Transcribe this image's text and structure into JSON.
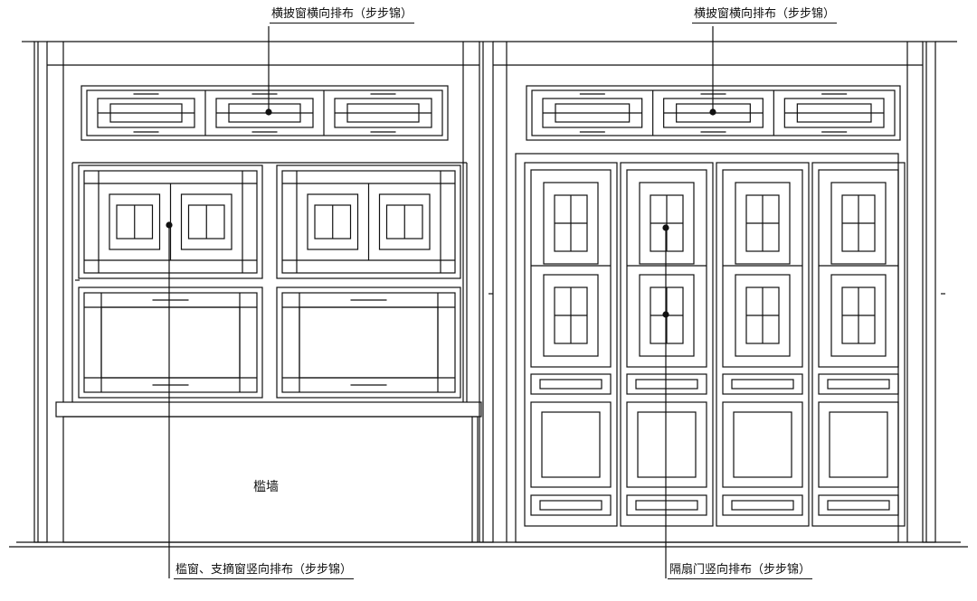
{
  "labels": {
    "top_left": "横披窗横向排布（步步锦）",
    "top_right": "横披窗横向排布（步步锦）",
    "wall": "槛墙",
    "bottom_left": "槛窗、支摘窗竖向排布（步步锦）",
    "bottom_right": "隔扇门竖向排布（步步锦）"
  },
  "colors": {
    "line": "#111111",
    "background": "#ffffff"
  }
}
